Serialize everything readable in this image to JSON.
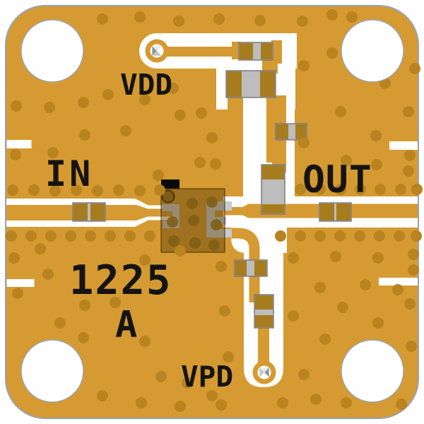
{
  "image_type": "pcb-evaluation-board-render",
  "board": {
    "silkscreen_labels": {
      "vdd": "VDD",
      "in": "IN",
      "out": "OUT",
      "part_number": "1225",
      "revision": "A",
      "vpd": "VPD"
    },
    "colors": {
      "substrate_gold": "#D69A32",
      "isolation_white": "#FFFFFF",
      "via_dot": "#B9831F",
      "chip_via_dot": "#7C5D14",
      "component_terminal": "#A67C1E",
      "component_body_gray": "#BDBDBD",
      "chip_pad_gray": "#C6CACD",
      "chip_body_tint": "rgba(90,62,8,0.45)",
      "silkscreen_black": "#141414",
      "board_outline": "#97A2B0",
      "pinwheel_dark": "#8F969E",
      "pinwheel_mid": "#C2C7CC",
      "pinwheel_light": "#E8EAEC"
    }
  }
}
